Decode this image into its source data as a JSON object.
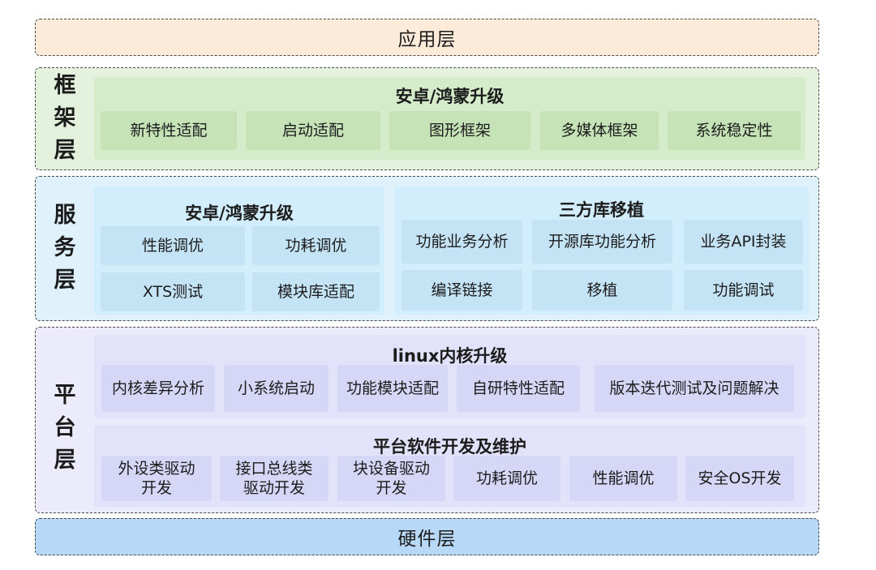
{
  "app_layer": {
    "label": "应用层",
    "color": "#fdebd9"
  },
  "framework_layer": {
    "label_chars": [
      "框",
      "架",
      "层"
    ],
    "panel": {
      "title": "安卓/鸿蒙升级",
      "items": [
        "新特性适配",
        "启动适配",
        "图形框架",
        "多媒体框架",
        "系统稳定性"
      ]
    },
    "color": "#e3f1dd"
  },
  "service_layer": {
    "label_chars": [
      "服",
      "务",
      "层"
    ],
    "left_panel": {
      "title": "安卓/鸿蒙升级",
      "items": [
        "性能调优",
        "功耗调优",
        "XTS测试",
        "模块库适配"
      ]
    },
    "right_panel": {
      "title": "三方库移植",
      "items": [
        "功能业务分析",
        "开源库功能分析",
        "业务API封装",
        "编译链接",
        "移植",
        "功能调试"
      ]
    },
    "color": "#dff2fb"
  },
  "platform_layer": {
    "label_chars": [
      "平",
      "台",
      "层"
    ],
    "kernel_panel": {
      "title": "linux内核升级",
      "items": [
        "内核差异分析",
        "小系统启动",
        "功能模块适配",
        "自研特性适配",
        "版本迭代测试及问题解决"
      ]
    },
    "software_panel": {
      "title": "平台软件开发及维护",
      "items": [
        "外设类驱动\n开发",
        "接口总线类\n驱动开发",
        "块设备驱动\n开发",
        "功耗调优",
        "性能调优",
        "安全OS开发"
      ]
    },
    "color": "#ebebfc"
  },
  "hardware_layer": {
    "label": "硬件层",
    "color": "#b8d8f8"
  }
}
